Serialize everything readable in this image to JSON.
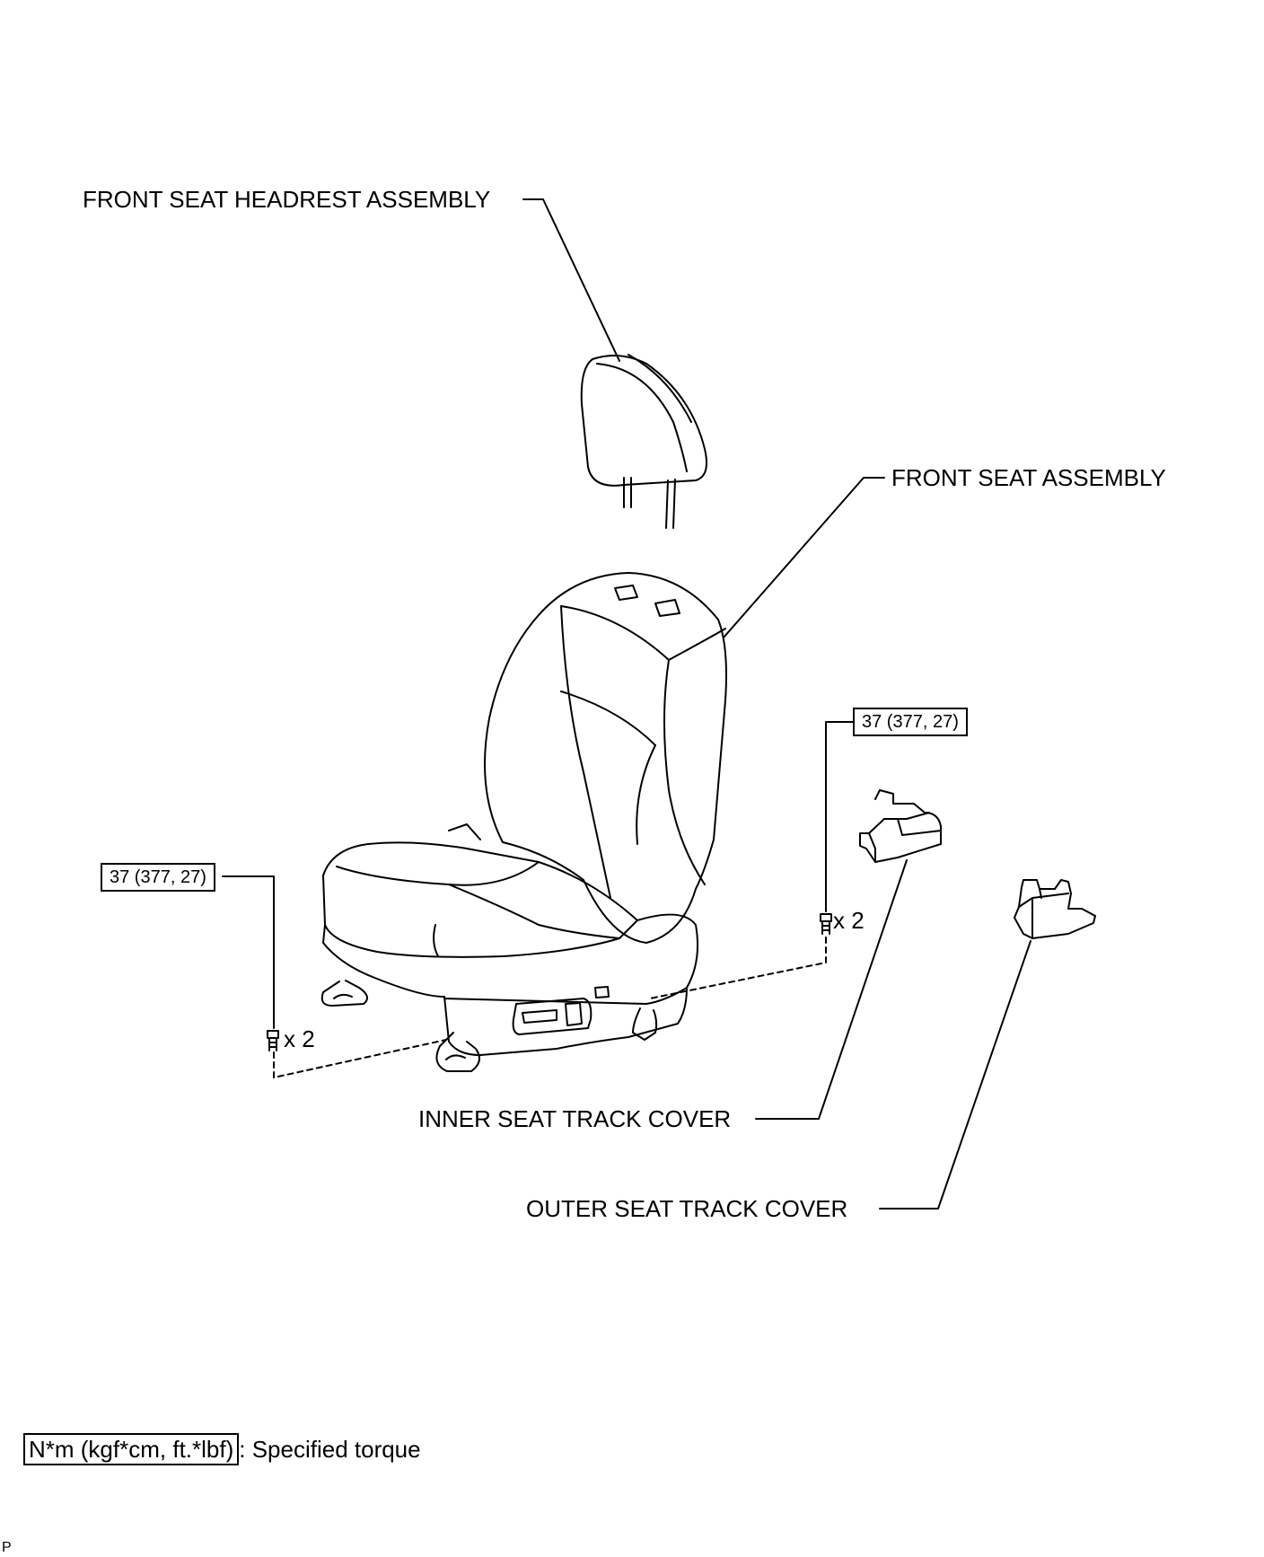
{
  "labels": {
    "headrest": "FRONT SEAT HEADREST ASSEMBLY",
    "seat": "FRONT SEAT ASSEMBLY",
    "inner_cover": "INNER SEAT TRACK COVER",
    "outer_cover": "OUTER SEAT TRACK COVER"
  },
  "torque": {
    "right": "37 (377, 27)",
    "left": "37 (377, 27)"
  },
  "bolt_count": {
    "right": "x 2",
    "left": "x 2"
  },
  "legend": {
    "unit": "N*m (kgf*cm, ft.*lbf)",
    "text": ": Specified torque"
  },
  "corner_mark": "P"
}
